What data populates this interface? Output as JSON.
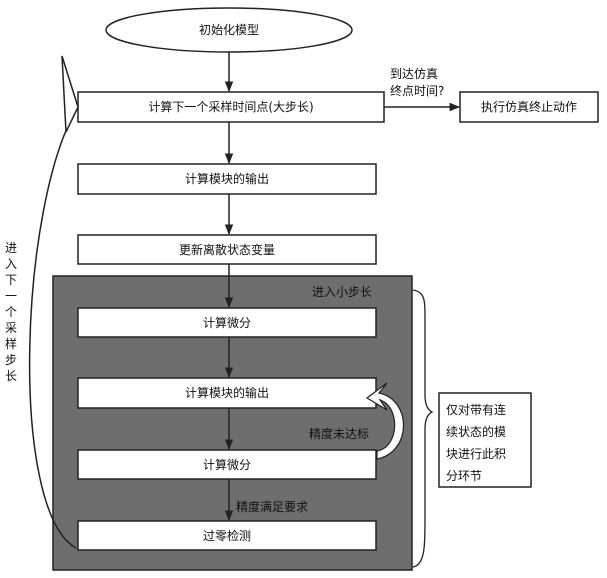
{
  "nodes": {
    "init": "初始化模型",
    "next_time": "计算下一个采样时间点(大步长)",
    "output1": "计算模块的输出",
    "update": "更新离散状态变量",
    "deriv1": "计算微分",
    "output2": "计算模块的输出",
    "deriv2": "计算微分",
    "zero": "过零检测",
    "terminate": "执行仿真终止动作"
  },
  "labels": {
    "reach_end_line1": "到达仿真",
    "reach_end_line2": "终点时间?",
    "minor_step": "进入小步长",
    "not_accurate": "精度未达标",
    "accurate": "精度满足要求",
    "next_step": "进入下一个采样步长"
  },
  "note": {
    "line1": "仅对带有连",
    "line2": "续状态的模",
    "line3": "块进行此积",
    "line4": "分环节"
  },
  "colors": {
    "shaded_region": "#6e6e6e",
    "box_border": "#222222",
    "box_fill": "#ffffff",
    "line": "#222222"
  }
}
